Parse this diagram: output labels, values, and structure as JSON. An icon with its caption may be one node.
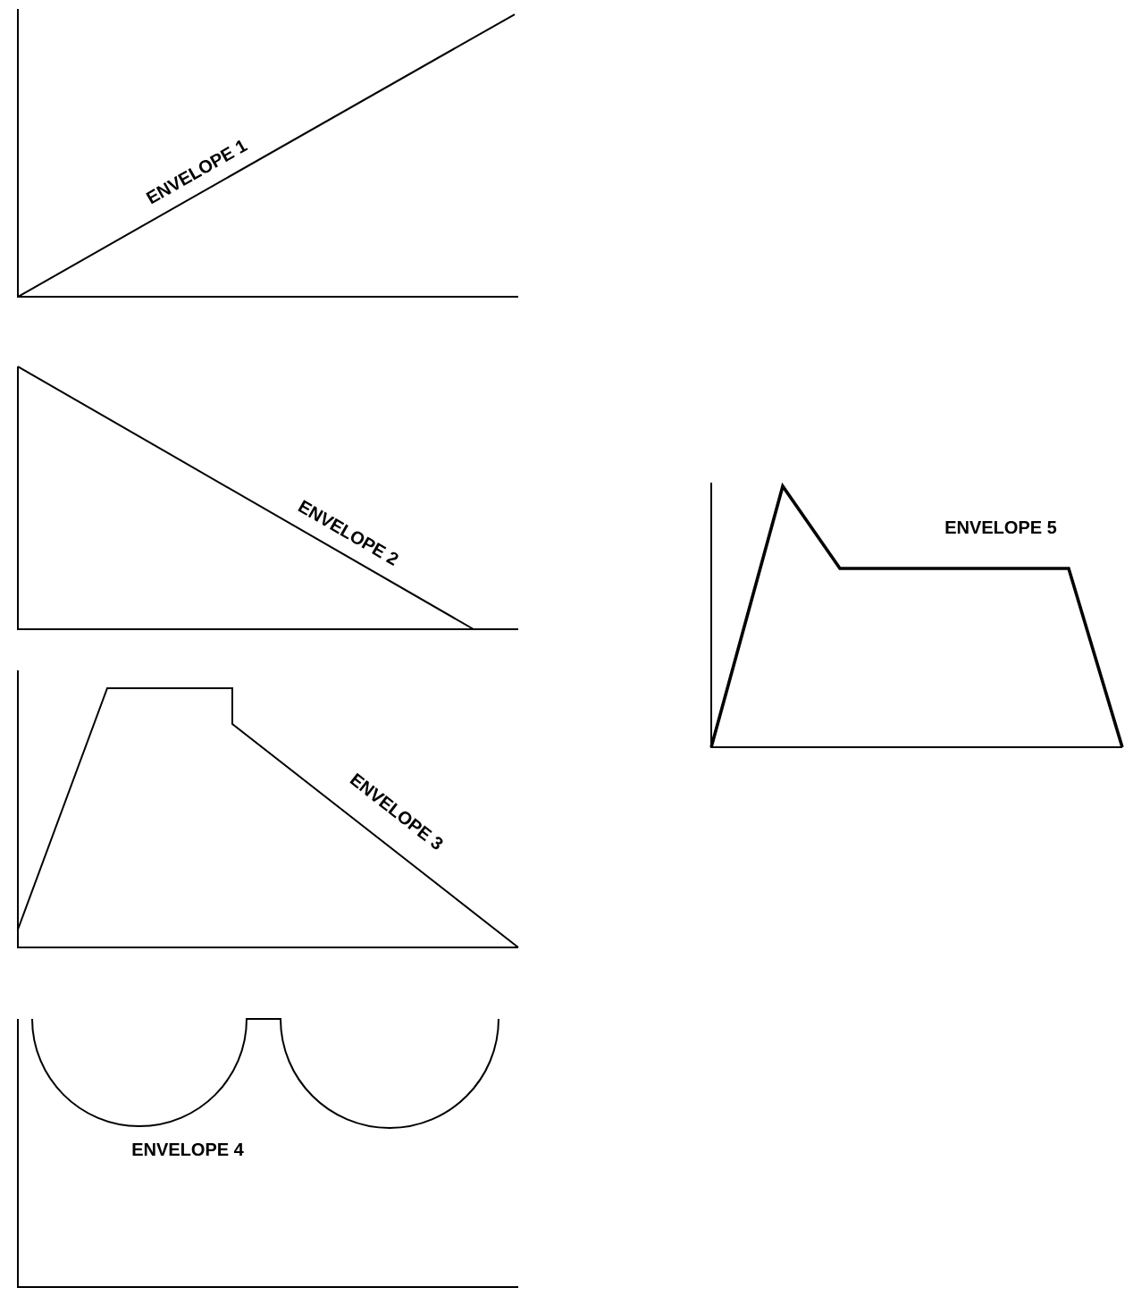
{
  "diagram": {
    "labels": [
      "ENVELOPE 1",
      "ENVELOPE 2",
      "ENVELOPE 3",
      "ENVELOPE 4",
      "ENVELOPE 5"
    ]
  }
}
